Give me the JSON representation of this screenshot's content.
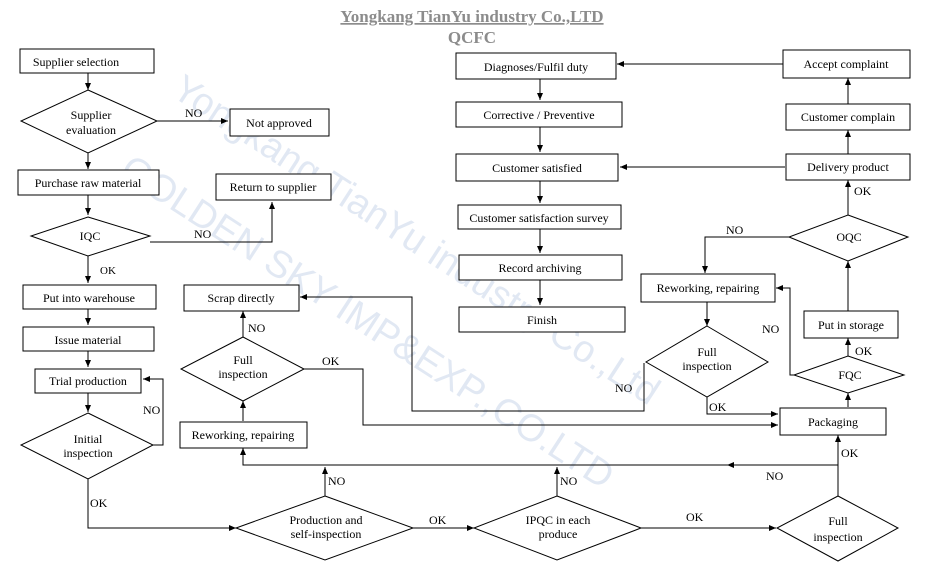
{
  "header": {
    "company": "Yongkang TianYu industry Co.,LTD",
    "subtitle": "QCFC"
  },
  "watermark": {
    "line1": "Yongkang TianYu industry Co.,Ltd",
    "line2": "GOLDEN SKY IMP&EXP.,CO.LTD"
  },
  "colors": {
    "title": "#8c8c8c",
    "watermark": "#c9d6ea",
    "stroke": "#000000"
  },
  "nodes": {
    "supplier_selection": "Supplier selection",
    "supplier_evaluation_1": "Supplier",
    "supplier_evaluation_2": "evaluation",
    "not_approved": "Not approved",
    "purchase_raw_material": "Purchase raw material",
    "return_to_supplier": "Return to supplier",
    "iqc": "IQC",
    "put_into_warehouse": "Put into warehouse",
    "issue_material": "Issue material",
    "trial_production": "Trial production",
    "initial_inspection_1": "Initial",
    "initial_inspection_2": "inspection",
    "scrap_directly": "Scrap directly",
    "full_inspection_left_1": "Full",
    "full_inspection_left_2": "inspection",
    "reworking_left": "Reworking, repairing",
    "production_self_1": "Production and",
    "production_self_2": "self-inspection",
    "ipqc_1": "IPQC in each",
    "ipqc_2": "produce",
    "full_inspection_bottom_1": "Full",
    "full_inspection_bottom_2": "inspection",
    "diagnoses": "Diagnoses/Fulfil duty",
    "corrective": "Corrective / Preventive",
    "customer_satisfied": "Customer satisfied",
    "satisfaction_survey": "Customer satisfaction survey",
    "record_archiving": "Record archiving",
    "finish": "Finish",
    "accept_complaint": "Accept complaint",
    "customer_complain": "Customer complain",
    "delivery_product": "Delivery product",
    "oqc": "OQC",
    "reworking_right": "Reworking, repairing",
    "full_inspection_mid_1": "Full",
    "full_inspection_mid_2": "inspection",
    "put_in_storage": "Put in storage",
    "fqc": "FQC",
    "packaging": "Packaging"
  },
  "edge_labels": {
    "eval_no": "NO",
    "iqc_no": "NO",
    "iqc_ok": "OK",
    "initial_no": "NO",
    "initial_ok": "OK",
    "full_left_no": "NO",
    "full_left_ok": "OK",
    "prod_no": "NO",
    "prod_ok": "OK",
    "ipqc_no": "NO",
    "ipqc_ok": "OK",
    "full_bottom_no": "NO",
    "full_bottom_ok": "OK",
    "oqc_no": "NO",
    "oqc_ok": "OK",
    "full_mid_no": "NO",
    "full_mid_ok": "OK",
    "fqc_no": "NO",
    "fqc_ok": "OK"
  }
}
